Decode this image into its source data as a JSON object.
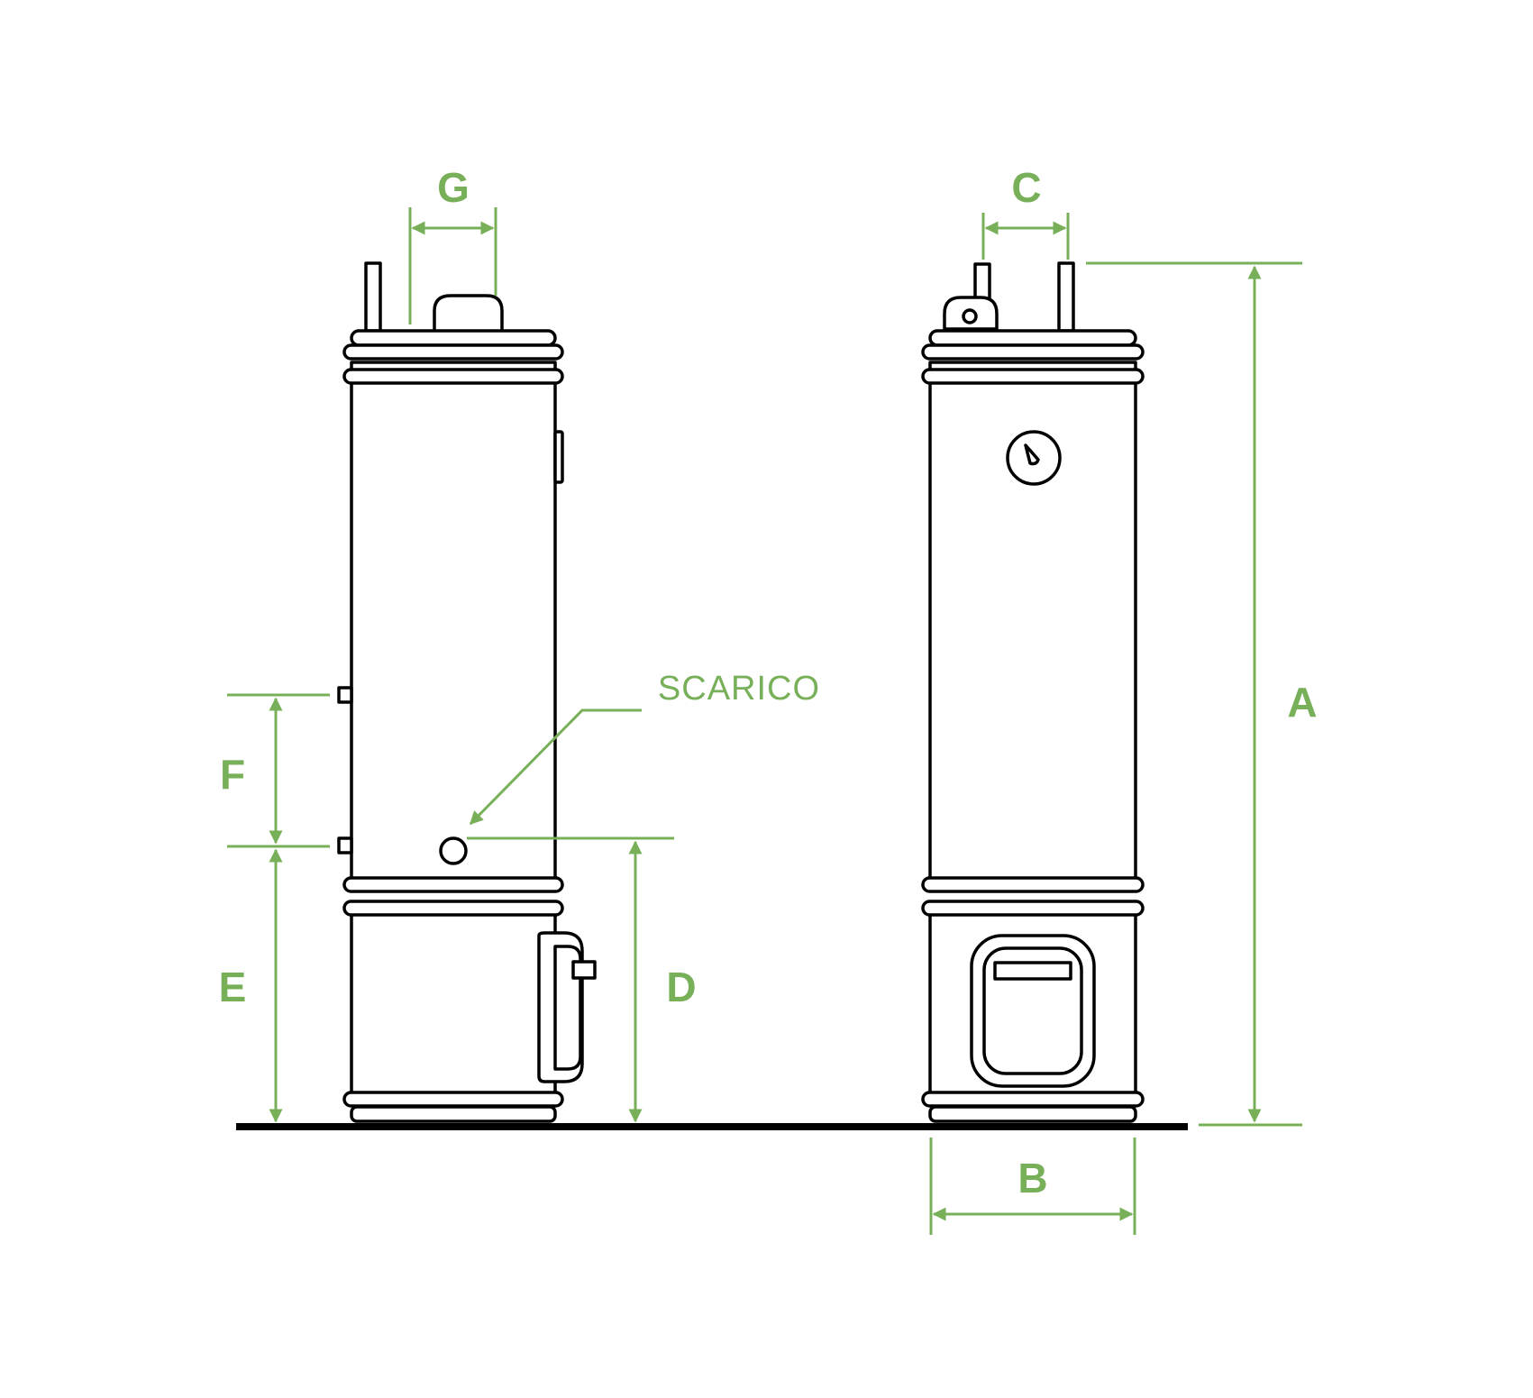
{
  "colors": {
    "dimension": "#78b05a",
    "outline": "#000000",
    "background": "#ffffff"
  },
  "dimensions": {
    "a": "A",
    "b": "B",
    "c": "C",
    "d": "D",
    "e": "E",
    "f": "F",
    "g": "G"
  },
  "callout": {
    "drain": "SCARICO"
  }
}
